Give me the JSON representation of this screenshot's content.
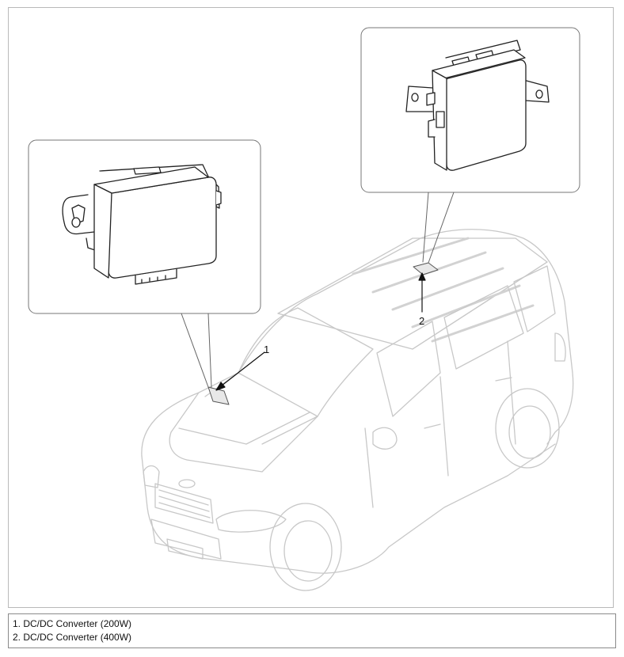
{
  "diagram": {
    "callouts": [
      {
        "number": "1"
      },
      {
        "number": "2"
      }
    ]
  },
  "legend": {
    "items": [
      "1. DC/DC Converter (200W)",
      "2. DC/DC Converter (400W)"
    ]
  }
}
